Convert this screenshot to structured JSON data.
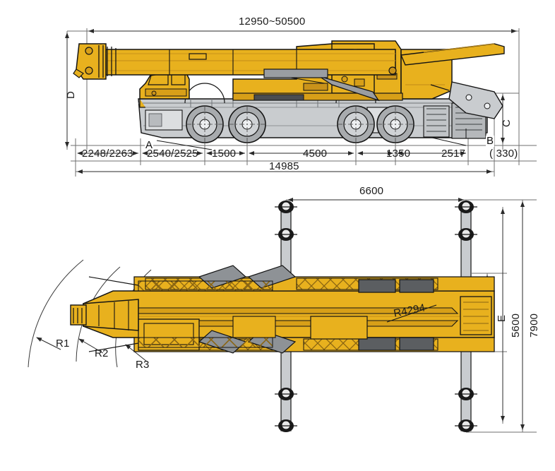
{
  "diagram": {
    "title": "Truck crane dimension drawing",
    "views": [
      {
        "name": "side-elevation",
        "label": ""
      },
      {
        "name": "plan-view",
        "label": ""
      }
    ],
    "colors": {
      "crane_yellow": "#E8B11E",
      "crane_yellow_dark": "#C9921A",
      "chassis_gray": "#C9CCCF",
      "chassis_gray_dark": "#8E9296",
      "tire_gray": "#A8ABAE",
      "line": "#141414",
      "dimension_line": "#6b6b6b"
    },
    "side_view": {
      "top_dimension": "12950~50500",
      "vertical_left_label": "D",
      "vertical_right_label": "C",
      "callout_a": "A",
      "callout_b": "B",
      "dimension_chain": [
        "2248/2263",
        "2540/2525",
        "1500",
        "4500",
        "1350",
        "2517",
        "( 330)"
      ],
      "overall_length": "14985"
    },
    "plan_view": {
      "outrigger_span": "6600",
      "vertical_labels": {
        "e": "E",
        "width_5600": "5600",
        "width_7900": "7900"
      },
      "radius_labels": [
        "R1",
        "R2",
        "R3"
      ],
      "body_radius_note": "R4294"
    }
  }
}
